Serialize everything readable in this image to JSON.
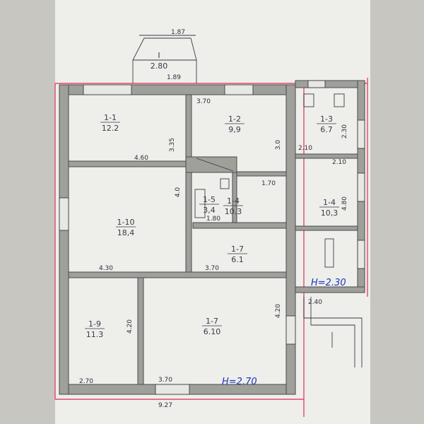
{
  "rooms": [
    {
      "id": "1-1",
      "area": "12.2"
    },
    {
      "id": "1-2",
      "area": "9,9"
    },
    {
      "id": "1-3",
      "area": "6.7"
    },
    {
      "id": "1-4",
      "area": "10.3"
    },
    {
      "id": "1-5",
      "area": "3,4"
    },
    {
      "id": "1-4",
      "area": "10,3"
    },
    {
      "id": "1-10",
      "area": "18,4"
    },
    {
      "id": "1-7",
      "area": "6.1"
    },
    {
      "id": "1-9",
      "area": "11.3"
    },
    {
      "id": "1-7",
      "area": "6.10"
    },
    {
      "id": "I",
      "area": "2.80"
    }
  ],
  "dimensions": [
    "1.87",
    "1.89",
    "3.70",
    "4.60",
    "3.35",
    "3.0",
    "2.30",
    "2.10",
    "2.10",
    "1.70",
    "4.0",
    "1.80",
    "4.80",
    "4.30",
    "3.70",
    "4.20",
    "4.20",
    "2.40",
    "2.70",
    "3.70",
    "9.27"
  ],
  "heights": {
    "main": "H=2.70",
    "annex": "H=2.30"
  }
}
